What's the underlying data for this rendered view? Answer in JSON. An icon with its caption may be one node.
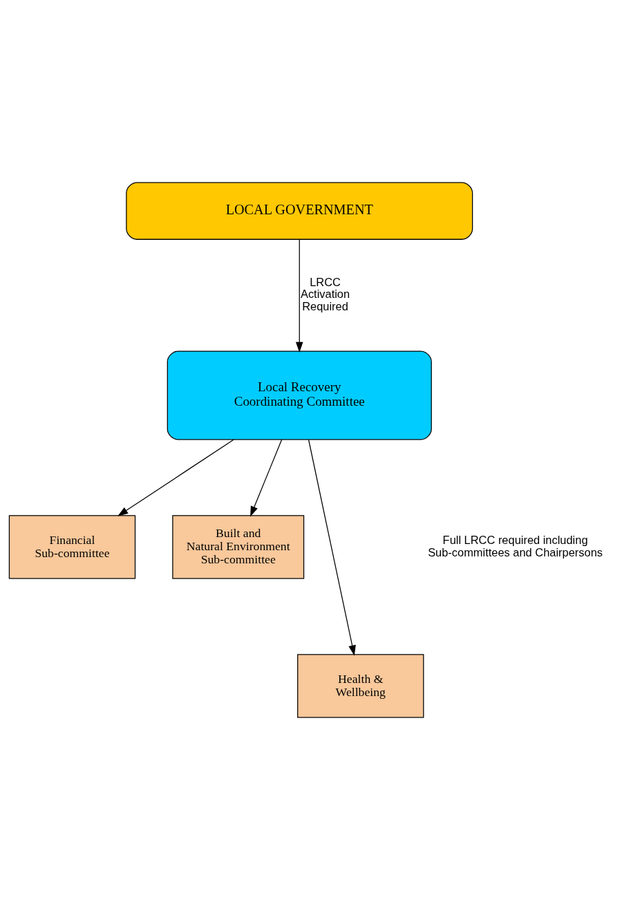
{
  "diagram": {
    "nodes": [
      {
        "text": [
          "LOCAL GOVERNMENT"
        ]
      },
      {
        "text": [
          "Local Recovery Coordinating Committee"
        ]
      },
      {
        "text": [
          "Financial Sub-committee"
        ]
      },
      {
        "text": [
          "Built and Natural Environment Sub-committee"
        ]
      },
      {
        "text": [
          "Health & Wellbeing"
        ]
      }
    ],
    "edges": [
      {
        "from": 0,
        "to": 1,
        "arrow": "to",
        "label": "LRCC Activation Required"
      },
      {
        "from": 1,
        "to": 2,
        "arrow": "to"
      },
      {
        "from": 1,
        "to": 4,
        "arrow": "to"
      },
      {
        "from": 1,
        "to": 3,
        "arrow": "to"
      }
    ],
    "labels": [
      "Full LRCC required including Sub-committees and Chairpersons"
    ]
  }
}
